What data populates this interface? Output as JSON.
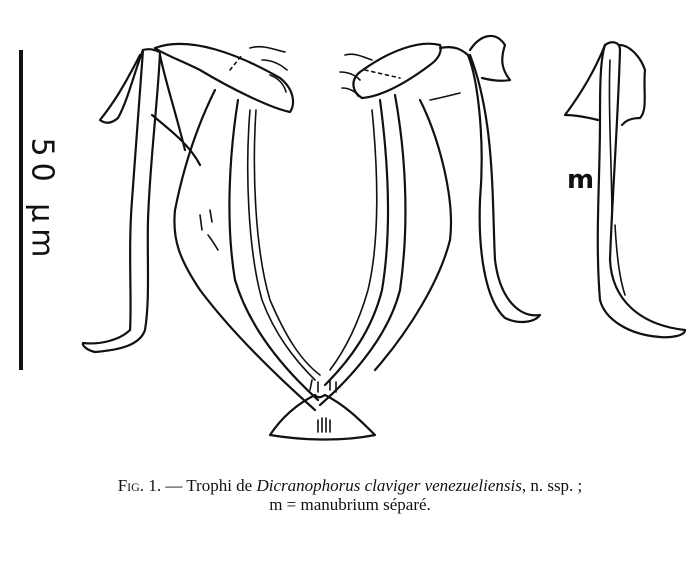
{
  "figure": {
    "scale_bar": {
      "label": "50 µm"
    },
    "part_label": "m",
    "caption": {
      "fig_label": "Fig.",
      "fig_number": "1.",
      "dash": "—",
      "prefix": "Trophi de",
      "taxon": "Dicranophorus claviger venezueliensis",
      "suffix": ", n. ssp. ;",
      "line2": "m = manubrium séparé."
    }
  }
}
